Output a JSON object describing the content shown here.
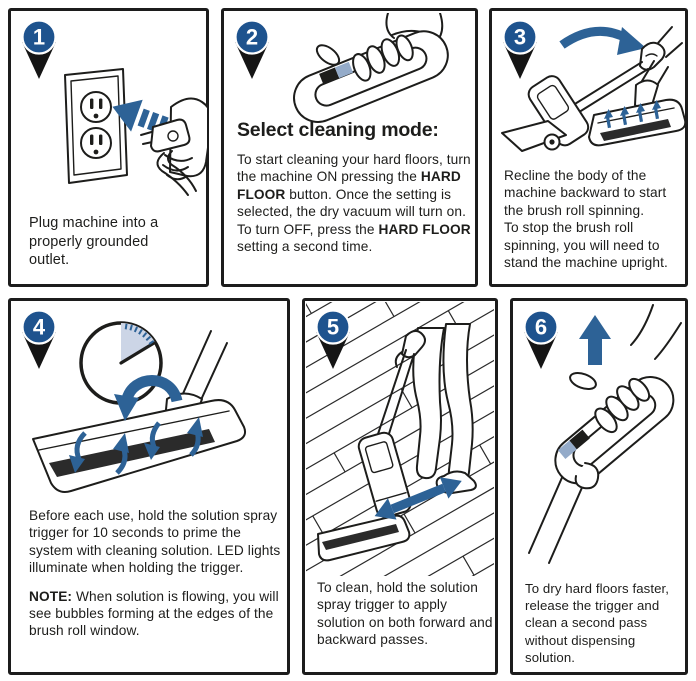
{
  "colors": {
    "panel_border": "#1c1c1c",
    "badge_blue": "#1e538e",
    "arrow_blue": "#2d6296",
    "button_blue": "#94abc9",
    "clock_wedge": "#ccd5e6",
    "ink": "#1d1d1b"
  },
  "steps": [
    {
      "number": "1",
      "caption": "Plug machine into a properly grounded outlet."
    },
    {
      "number": "2",
      "heading": "Select cleaning mode:",
      "segments": [
        {
          "text": "To start cleaning your hard floors, turn the machine ON pressing the "
        },
        {
          "text": "HARD FLOOR",
          "bold": true
        },
        {
          "text": " button. Once the setting is selected, the dry vacuum will turn on. To turn OFF, press the "
        },
        {
          "text": "HARD FLOOR",
          "bold": true
        },
        {
          "text": " setting a second time."
        }
      ]
    },
    {
      "number": "3",
      "caption_line1": "Recline the body of the machine backward to start the brush roll spinning.",
      "caption_line2": "To stop the brush roll spinning, you will need to stand the machine upright."
    },
    {
      "number": "4",
      "paragraph": "Before each use, hold the solution spray trigger for 10 seconds to prime the system with cleaning solution. LED lights illuminate when holding the trigger.",
      "note_label": "NOTE:",
      "note_text": " When solution is flowing, you will see bubbles forming at the edges of the brush roll window."
    },
    {
      "number": "5",
      "caption": "To clean, hold the solution spray trigger to apply solution on both forward and backward passes."
    },
    {
      "number": "6",
      "caption": "To dry hard floors faster, release the trigger and clean a second pass without dispensing solution."
    }
  ]
}
